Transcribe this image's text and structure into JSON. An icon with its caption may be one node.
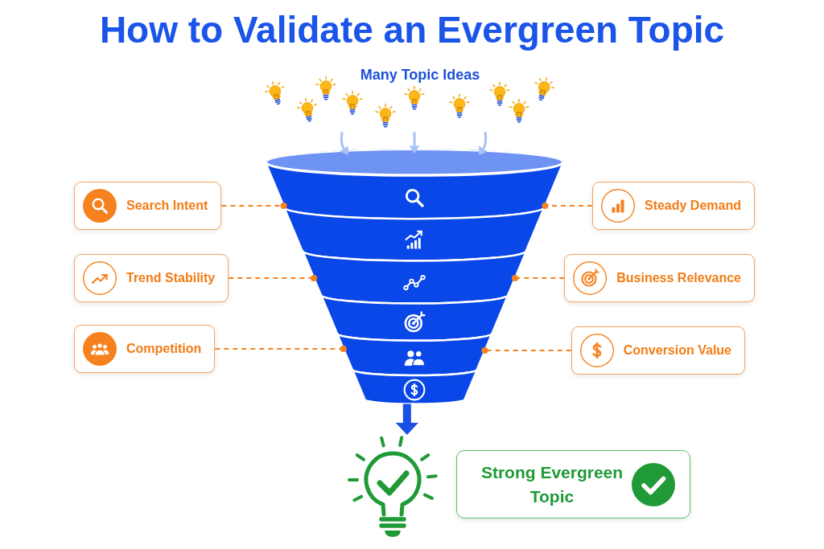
{
  "diagram": {
    "title": "How to Validate an Evergreen Topic",
    "nodes": [
      {
        "text": [
          "Many Topic Ideas"
        ]
      },
      {
        "text": [],
        "shape": "funnel"
      },
      {
        "text": [],
        "shape": "band",
        "in": 1
      },
      {
        "text": [],
        "shape": "band",
        "in": 1
      },
      {
        "text": [],
        "shape": "band",
        "in": 1
      },
      {
        "text": [],
        "shape": "band",
        "in": 1
      },
      {
        "text": [],
        "shape": "band",
        "in": 1
      },
      {
        "text": [],
        "shape": "band",
        "in": 1
      },
      {
        "text": [
          "Search Intent"
        ]
      },
      {
        "text": [
          "Steady Demand"
        ]
      },
      {
        "text": [
          "Trend Stability"
        ]
      },
      {
        "text": [
          "Business Relevance"
        ]
      },
      {
        "text": [
          "Competition"
        ]
      },
      {
        "text": [
          "Conversion Value"
        ]
      },
      {
        "text": [],
        "shape": "picture"
      },
      {
        "text": [
          "Strong Evergreen Topic"
        ]
      }
    ],
    "edges": [
      {
        "from": 0,
        "to": 1,
        "arrow": "to",
        "color": "#a9c1f5"
      },
      {
        "from": 0,
        "to": 1,
        "arrow": "to",
        "color": "#a9c1f5"
      },
      {
        "from": 0,
        "to": 1,
        "arrow": "to",
        "color": "#a9c1f5"
      },
      {
        "from": 8,
        "to": 2,
        "arrow": "other",
        "style": "dashed"
      },
      {
        "from": 9,
        "to": 2,
        "arrow": "other",
        "style": "dashed"
      },
      {
        "from": 10,
        "to": 4,
        "arrow": "other",
        "style": "dashed"
      },
      {
        "from": 11,
        "to": 4,
        "arrow": "other",
        "style": "dashed"
      },
      {
        "from": 12,
        "to": 6,
        "arrow": "other",
        "style": "dashed"
      },
      {
        "from": 13,
        "to": 6,
        "arrow": "other",
        "style": "dashed"
      },
      {
        "from": 7,
        "to": 14,
        "arrow": "to",
        "style": "thick",
        "color": "#1a4fe6"
      }
    ]
  }
}
